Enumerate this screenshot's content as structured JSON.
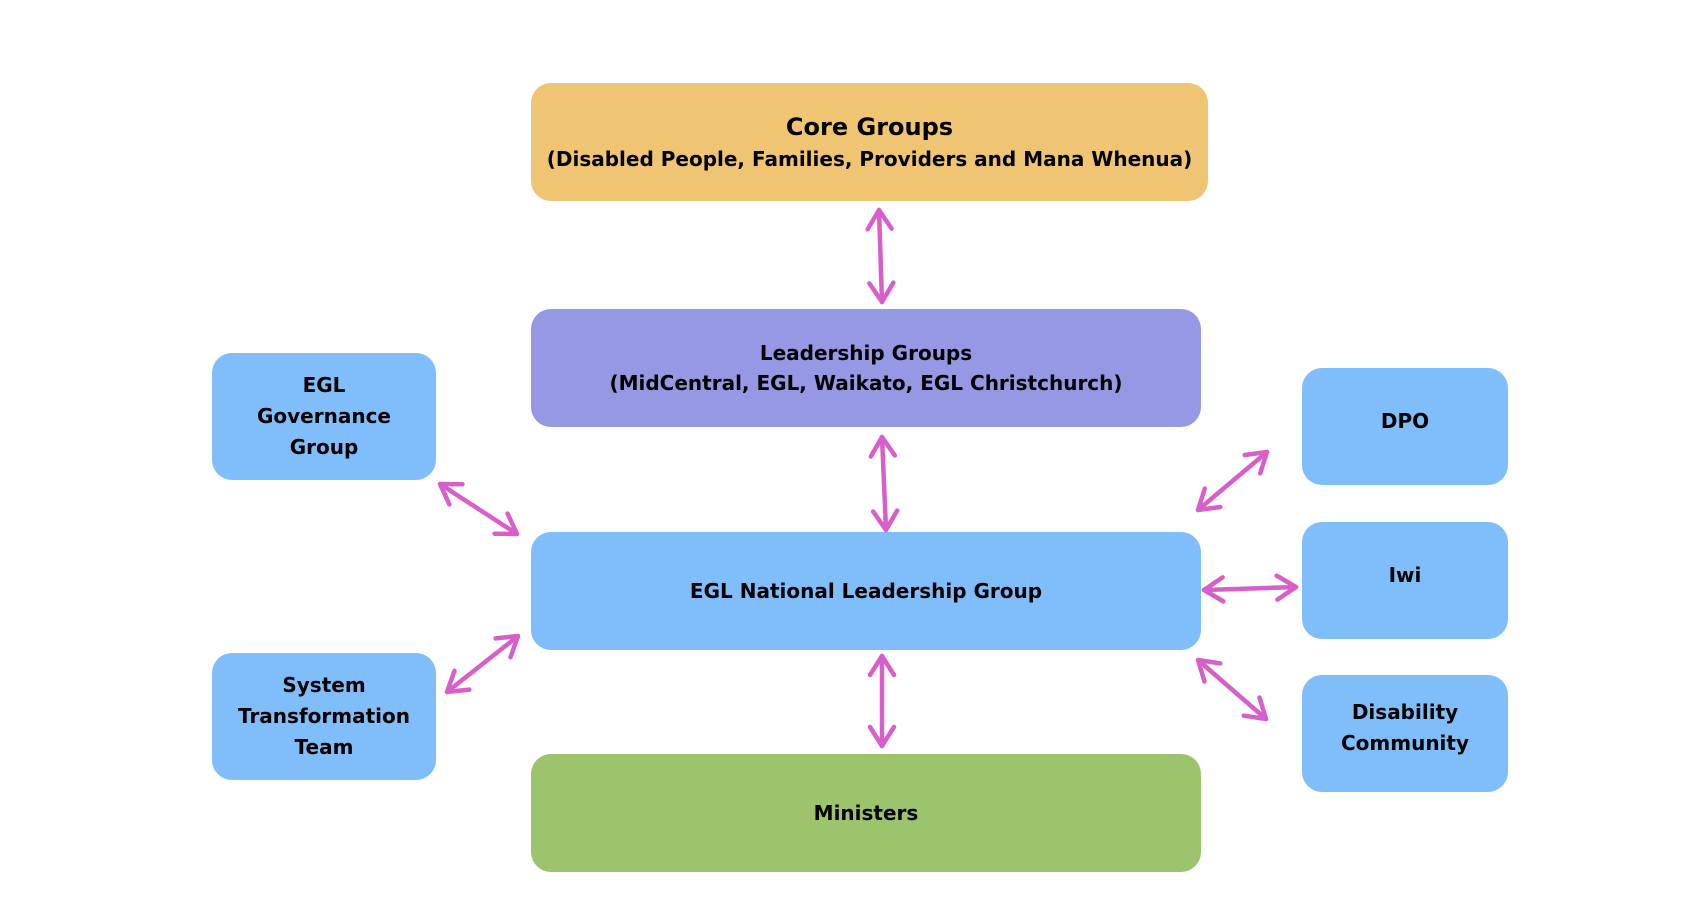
{
  "colors": {
    "core": "#EFC472",
    "leadership": "#9598E3",
    "blue_node": "#80BEFB",
    "ministers": "#9BC46D",
    "arrow": "#D85FC9"
  },
  "nodes": {
    "core": {
      "title": "Core Groups",
      "subtitle": "(Disabled People, Families, Providers and Mana Whenua)"
    },
    "leadership": {
      "line1": "Leadership Groups",
      "line2": "(MidCentral, EGL, Waikato, EGL Christchurch)"
    },
    "national": {
      "label": "EGL National Leadership Group"
    },
    "ministers": {
      "label": "Ministers"
    },
    "governance": {
      "line1": "EGL",
      "line2": "Governance",
      "line3": "Group"
    },
    "system": {
      "line1": "System",
      "line2": "Transformation",
      "line3": "Team"
    },
    "dpo": {
      "label": "DPO"
    },
    "iwi": {
      "label": "Iwi"
    },
    "disability": {
      "line1": "Disability",
      "line2": "Community"
    }
  }
}
